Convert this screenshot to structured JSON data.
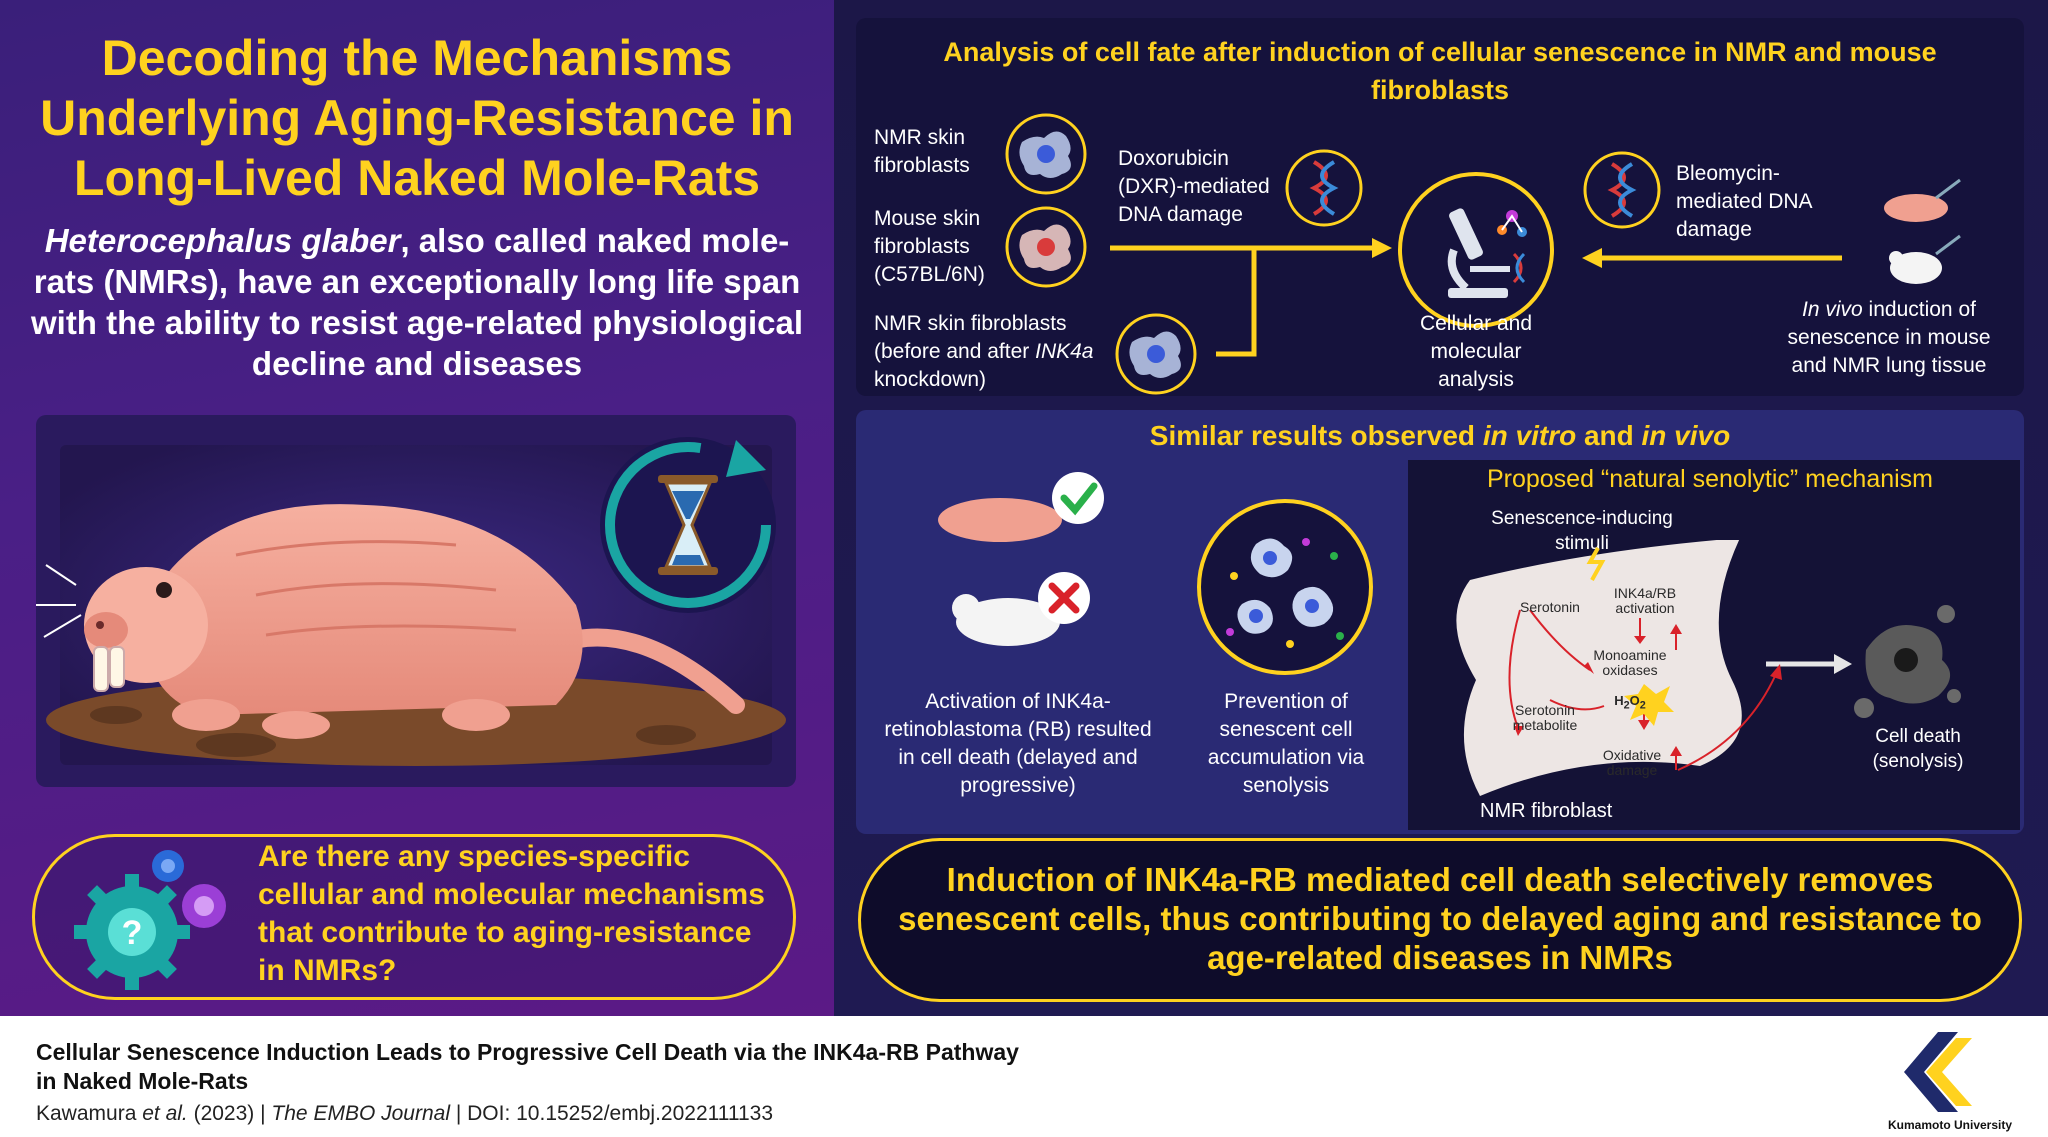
{
  "colors": {
    "accent_yellow": "#ffd21f",
    "left_bg": "#4a1f86",
    "right_bg": "#1d1850",
    "teal": "#1aa5a3",
    "red_arrow": "#d9222a",
    "white_arrow": "#e6e6e6"
  },
  "left": {
    "title_lines": [
      "Decoding the Mechanisms",
      "Underlying Aging-Resistance in",
      "Long-Lived Naked Mole-Rats"
    ],
    "intro_italic": "Heterocephalus glaber",
    "intro_rest": ", also called naked mole-rats (NMRs), have an exceptionally long life span with the ability to resist age-related physiological decline and diseases",
    "question": "Are there any species-specific cellular and molecular mechanisms that contribute to aging-resistance in NMRs?",
    "icons": [
      "naked-mole-rat",
      "hourglass",
      "rotation-arrow",
      "gears",
      "question-mark"
    ]
  },
  "analysis": {
    "heading": "Analysis of cell fate after induction of cellular senescence in NMR and mouse fibroblasts",
    "nmr_fibroblasts": "NMR skin fibroblasts",
    "mouse_fibroblasts": "Mouse skin fibroblasts (C57BL/6N)",
    "knockdown_pre": "NMR skin fibroblasts (before and after ",
    "knockdown_gene": "INK4a",
    "knockdown_post": " knockdown)",
    "doxorubicin": "Doxorubicin (DXR)-mediated DNA damage",
    "bleomycin": "Bleomycin-mediated DNA damage",
    "cellular_analysis": "Cellular and molecular analysis",
    "in_vivo_italic": "In vivo",
    "in_vivo_rest": " induction of senescence in mouse and NMR lung tissue"
  },
  "results": {
    "heading_pre": "Similar results observed ",
    "heading_italic_1": "in vitro",
    "heading_mid": " and ",
    "heading_italic_2": "in vivo",
    "activation": "Activation of INK4a-retinoblastoma (RB) resulted in cell death (delayed and progressive)",
    "prevention": "Prevention of senescent cell accumulation via senolysis"
  },
  "mechanism": {
    "title": "Proposed “natural senolytic” mechanism",
    "stimuli": "Senescence-inducing stimuli",
    "serotonin": "Serotonin",
    "ink4a_rb": "INK4a/RB activation",
    "monoamine": "Monoamine oxidases",
    "h2o2": "H",
    "h2o2_sub1": "2",
    "h2o2_o": "O",
    "h2o2_sub2": "2",
    "metabolite": "Serotonin metabolite",
    "oxidative": "Oxidative damage",
    "fibroblast": "NMR fibroblast",
    "cell_death": "Cell death (senolysis)"
  },
  "conclusion": "Induction of INK4a-RB mediated cell death selectively removes senescent cells, thus contributing to delayed aging and resistance to age-related diseases in NMRs",
  "footer": {
    "title": "Cellular Senescence Induction Leads to Progressive Cell Death via the INK4a-RB Pathway in Naked Mole-Rats",
    "authors_pre": "Kawamura ",
    "authors_italic": "et al.",
    "year": " (2023) | ",
    "journal": "The EMBO Journal",
    "doi": " | DOI: 10.15252/embj.2022111133",
    "university": "Kumamoto University"
  }
}
